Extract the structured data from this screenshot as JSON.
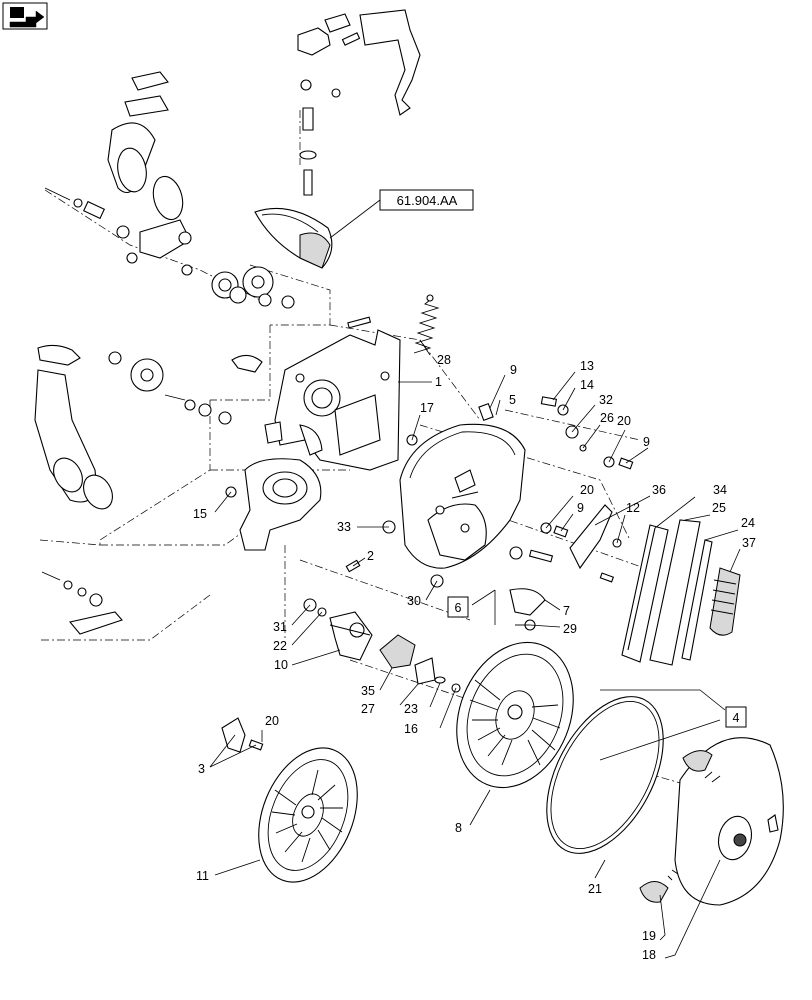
{
  "reference": {
    "page_ref": "61.904.AA"
  },
  "boxed_callouts": {
    "b6": "6",
    "b4": "4"
  },
  "callouts": {
    "c28": "28",
    "c1": "1",
    "c9a": "9",
    "c5": "5",
    "c17": "17",
    "c13": "13",
    "c14": "14",
    "c32": "32",
    "c26": "26",
    "c20a": "20",
    "c9b": "9",
    "c15": "15",
    "c20b": "20",
    "c9c": "9",
    "c36": "36",
    "c12": "12",
    "c34": "34",
    "c25": "25",
    "c24": "24",
    "c37": "37",
    "c33": "33",
    "c2": "2",
    "c30": "30",
    "c7": "7",
    "c29": "29",
    "c31": "31",
    "c22": "22",
    "c10": "10",
    "c35": "35",
    "c27": "27",
    "c23": "23",
    "c16": "16",
    "c20c": "20",
    "c3": "3",
    "c8": "8",
    "c11": "11",
    "c21": "21",
    "c19": "19",
    "c18": "18"
  },
  "icons": {
    "nav": "next-page-arrow-icon"
  }
}
